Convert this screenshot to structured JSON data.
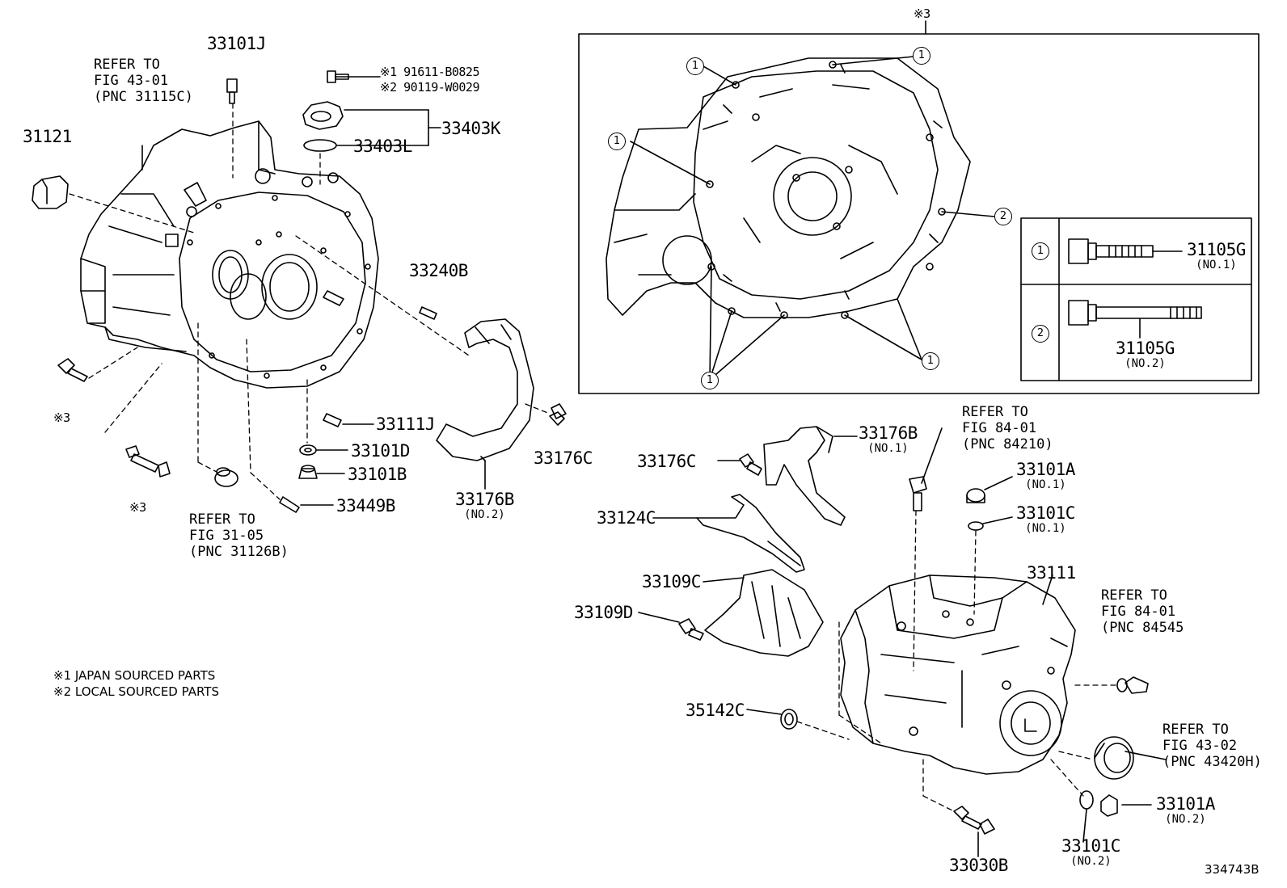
{
  "diagram": {
    "top_marker": "※3",
    "refs": {
      "fig_43_01": [
        "REFER TO",
        "FIG 43-01",
        "(PNC 31115C)"
      ],
      "fig_31_05": [
        "REFER TO",
        "FIG 31-05",
        "(PNC 31126B)"
      ],
      "fig_84_01_a": [
        "REFER TO",
        "FIG 84-01",
        "(PNC 84210)"
      ],
      "fig_84_01_b": [
        "REFER TO",
        "FIG 84-01",
        "(PNC 84545"
      ],
      "fig_43_02": [
        "REFER TO",
        "FIG 43-02",
        "(PNC 43420H)"
      ]
    },
    "labels": {
      "p33101J": "33101J",
      "p91611": "※1 91611-B0825",
      "p90119": "※2 90119-W0029",
      "p33403K": "33403K",
      "p33403L": "33403L",
      "p31121": "31121",
      "p33240B": "33240B",
      "p33111J": "33111J",
      "p33101D": "33101D",
      "p33101B": "33101B",
      "p33449B": "33449B",
      "p33176B_no2": "33176B",
      "p33176B_no2_sub": "(NO.2)",
      "p33176C_a": "33176C",
      "mark3_a": "※3",
      "mark3_b": "※3",
      "p33176B_no1": "33176B",
      "p33176B_no1_sub": "(NO.1)",
      "p33176C_b": "33176C",
      "p33124C": "33124C",
      "p33109C": "33109C",
      "p33109D": "33109D",
      "p35142C": "35142C",
      "p33101A_no1": "33101A",
      "p33101A_no1_sub": "(NO.1)",
      "p33101C_no1": "33101C",
      "p33101C_no1_sub": "(NO.1)",
      "p33111": "33111",
      "p33101A_no2": "33101A",
      "p33101A_no2_sub": "(NO.2)",
      "p33101C_no2": "33101C",
      "p33101C_no2_sub": "(NO.2)",
      "p33030B": "33030B",
      "p31105G_no1": "31105G",
      "p31105G_no1_sub": "(NO.1)",
      "p31105G_no2": "31105G",
      "p31105G_no2_sub": "(NO.2)",
      "circle1": "1",
      "circle2": "2"
    },
    "notes": [
      "※1 JAPAN SOURCED PARTS",
      "※2 LOCAL SOURCED PARTS"
    ],
    "illustration_code": "334743B"
  }
}
